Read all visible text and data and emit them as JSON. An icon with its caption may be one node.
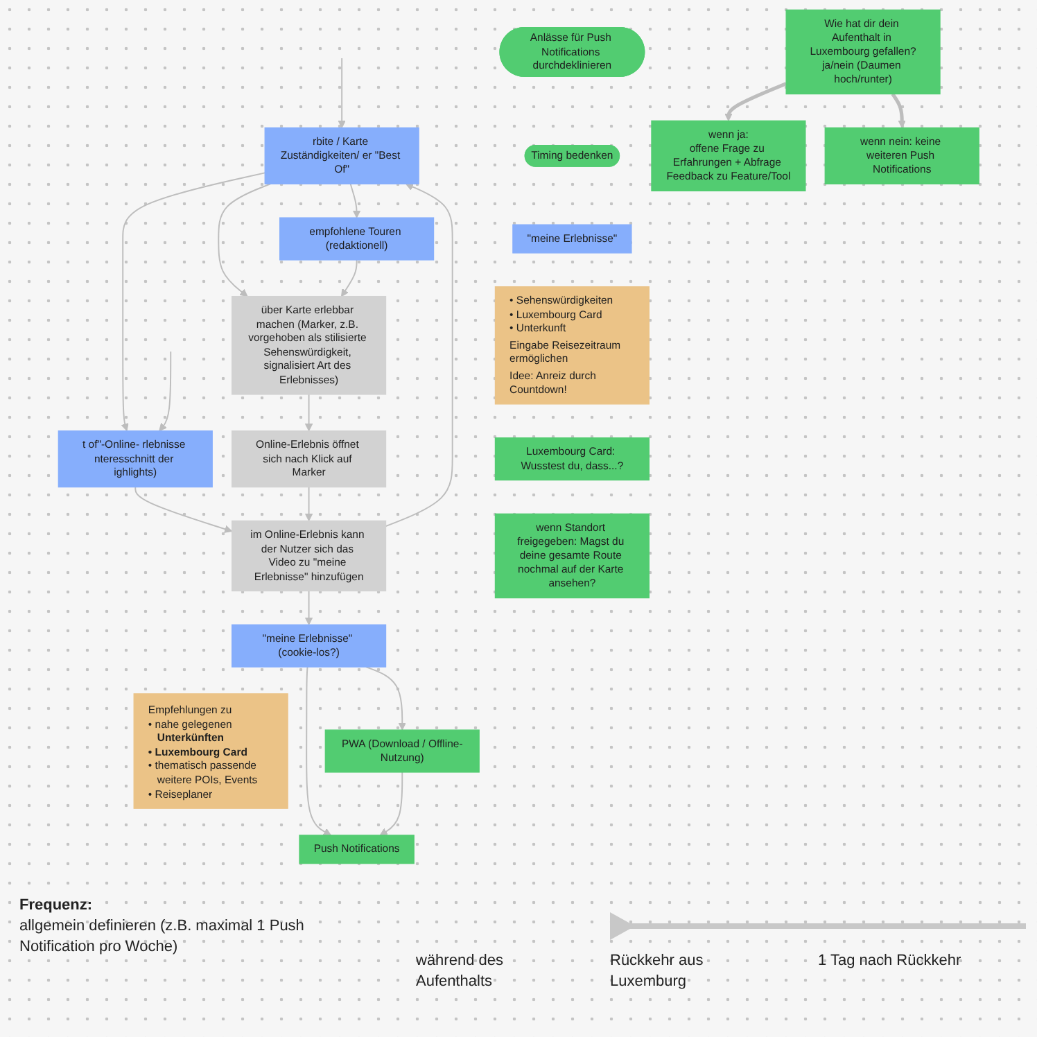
{
  "diagram": {
    "nodes": [
      {
        "text": [
          "rbite / Karte Zuständigkeiten/ er \"Best Of\""
        ]
      },
      {
        "text": [
          "empfohlene Touren (redaktionell)"
        ]
      },
      {
        "text": [
          "über Karte erlebbar machen (Marker, z.B. vorgehoben als stilisierte Sehenswürdigkeit, signalisiert Art des Erlebnisses)"
        ]
      },
      {
        "text": [
          "Online-Erlebnis öffnet sich nach Klick auf Marker"
        ]
      },
      {
        "text": [
          "im Online-Erlebnis kann der Nutzer sich das Video zu \"meine Erlebnisse\" hinzufügen"
        ]
      },
      {
        "text": [
          "\"meine Erlebnisse\" (cookie-los?)"
        ]
      },
      {
        "text": [
          "Empfehlungen zu",
          "• nahe gelegenen **Unterkünften**",
          "• Luxembourg Card",
          "• thematisch passende weitere POIs, Events",
          "• Reiseplaner"
        ]
      },
      {
        "text": [
          "t of\"-Online- rlebnisse nteresschnitt der ighlights)"
        ]
      },
      {
        "text": [
          "Push Notifications"
        ]
      },
      {
        "text": [
          "PWA (Download / Offline-Nutzung)"
        ]
      },
      {
        "text": [
          "Anlässe für Push Notifications durchdeklinieren"
        ]
      },
      {
        "text": [
          "Timing bedenken"
        ]
      },
      {
        "text": [
          "\"meine Erlebnisse\""
        ]
      },
      {
        "text": [
          "• Sehenswürdigkeiten",
          "• Luxembourg Card",
          "• Unterkunft",
          "Eingabe Reisezeitraum ermöglichen",
          "Idee: Anreiz durch Countdown!"
        ]
      },
      {
        "text": [
          "Wie hat dir dein Aufenthalt in Luxembourg gefallen?",
          "ja/nein (Daumen hoch/runter)"
        ]
      },
      {
        "text": [
          "wenn Standort freigegeben: Magst du deine gesamte Route nochmal auf der Karte ansehen?"
        ]
      },
      {
        "text": [
          "wenn ja:",
          "offene Frage zu Erfahrungen + Abfrage Feedback zu Feature/Tool"
        ]
      },
      {
        "text": [
          "wenn nein: keine weiteren Push Notifications"
        ]
      },
      {
        "text": [
          "Luxembourg Card: Wusstest du, dass...?"
        ]
      }
    ],
    "edges": [
      {
        "from": null,
        "to": 0,
        "arrow": "to"
      },
      {
        "from": 4,
        "to": 0,
        "arrow": "to"
      },
      {
        "from": 0,
        "to": 2,
        "arrow": "to"
      },
      {
        "from": 0,
        "to": 1,
        "arrow": "to"
      },
      {
        "from": 1,
        "to": 2,
        "arrow": "to"
      },
      {
        "from": 0,
        "to": 7,
        "arrow": "to"
      },
      {
        "from": null,
        "to": 7,
        "arrow": "to"
      },
      {
        "from": 7,
        "to": 4,
        "arrow": "to"
      },
      {
        "from": 2,
        "to": 3,
        "arrow": "to"
      },
      {
        "from": 3,
        "to": 4,
        "arrow": "to"
      },
      {
        "from": 4,
        "to": 5,
        "arrow": "to"
      },
      {
        "from": 5,
        "to": 8,
        "arrow": "to"
      },
      {
        "from": 5,
        "to": 9,
        "arrow": "to"
      },
      {
        "from": 9,
        "to": 8,
        "arrow": "to"
      },
      {
        "from": 14,
        "to": 16,
        "arrow": "to",
        "style": "thick"
      },
      {
        "from": 14,
        "to": 17,
        "arrow": "to",
        "style": "thick"
      }
    ],
    "labels": [
      "**Frequenz:** allgemein definieren (z.B. maximal 1 Push Notification pro Woche)",
      "während des Aufenthalts",
      "Rückkehr aus Luxemburg",
      "1 Tag nach Rückkehr"
    ]
  }
}
